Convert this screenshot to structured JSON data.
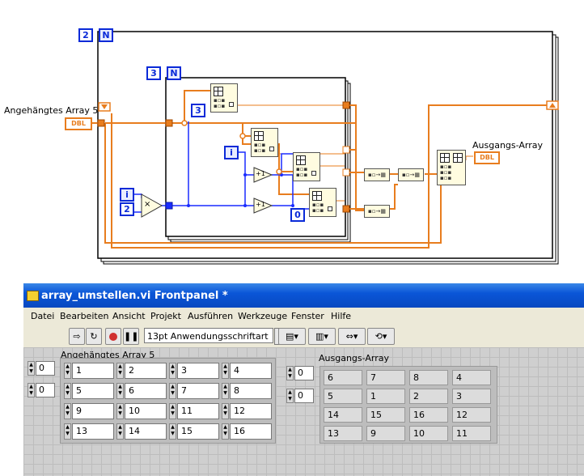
{
  "diagram": {
    "outer_count": "2",
    "outer_n": "N",
    "inner_count": "3",
    "inner_n": "N",
    "input_label": "Angehängtes Array 5",
    "input_terminal": "DBL",
    "output_label": "Ausgangs-Array",
    "output_terminal": "DBL",
    "const_3": "3",
    "const_2": "2",
    "const_0": "0",
    "iteration_i_1": "i",
    "iteration_i_2": "i",
    "increment_1": "+1",
    "increment_2": "+1",
    "multiply": "×"
  },
  "window": {
    "title": "array_umstellen.vi Frontpanel *"
  },
  "menu": [
    "Datei",
    "Bearbeiten",
    "Ansicht",
    "Projekt",
    "Ausführen",
    "Werkzeuge",
    "Fenster",
    "Hilfe"
  ],
  "toolbar": {
    "font_selector": "13pt Anwendungsschriftart"
  },
  "input_array": {
    "label": "Angehängtes Array 5",
    "row_index": "0",
    "col_index": "0",
    "rows": [
      [
        "1",
        "2",
        "3",
        "4"
      ],
      [
        "5",
        "6",
        "7",
        "8"
      ],
      [
        "9",
        "10",
        "11",
        "12"
      ],
      [
        "13",
        "14",
        "15",
        "16"
      ]
    ]
  },
  "output_array": {
    "label": "Ausgangs-Array",
    "row_index": "0",
    "col_index": "0",
    "rows": [
      [
        "6",
        "7",
        "8",
        "4"
      ],
      [
        "5",
        "1",
        "2",
        "3"
      ],
      [
        "14",
        "15",
        "16",
        "12"
      ],
      [
        "13",
        "9",
        "10",
        "11"
      ]
    ]
  },
  "colors": {
    "wire_orange": "#e87d1e",
    "wire_blue": "#1a2cff",
    "titlebar": "#0a56d8",
    "canvas": "#cfcfcf"
  }
}
